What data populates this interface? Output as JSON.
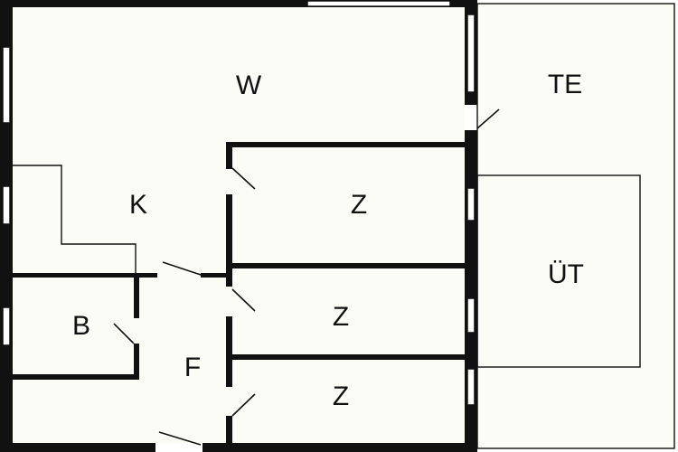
{
  "plan": {
    "colors": {
      "wall": "#111111",
      "floor": "#fbfcf6",
      "background": "#ffffff"
    },
    "rooms": {
      "living": "W",
      "kitchen": "K",
      "bedroom_1": "Z",
      "bedroom_2": "Z",
      "bedroom_3": "Z",
      "bathroom": "B",
      "hall": "F",
      "terrace": "TE",
      "utility": "ÜT"
    }
  }
}
